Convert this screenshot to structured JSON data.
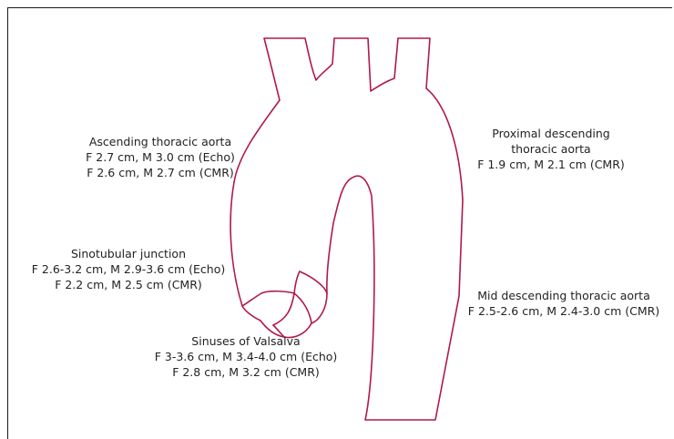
{
  "colors": {
    "outline": "#b0194a",
    "text": "#222222",
    "frame": "#1a1a1a"
  },
  "labels": {
    "ascending": {
      "title": "Ascending thoracic aorta",
      "line1": "F 2.7 cm, M 3.0 cm (Echo)",
      "line2": "F 2.6 cm, M 2.7 cm (CMR)"
    },
    "proximal_descending": {
      "title1": "Proximal descending",
      "title2": "thoracic aorta",
      "line1": "F 1.9 cm, M 2.1 cm (CMR)"
    },
    "sinotubular": {
      "title": "Sinotubular junction",
      "line1": "F 2.6-3.2 cm, M 2.9-3.6 cm (Echo)",
      "line2": "F 2.2 cm, M 2.5 cm (CMR)"
    },
    "mid_descending": {
      "title": "Mid descending thoracic aorta",
      "line1": "F 2.5-2.6 cm, M 2.4-3.0 cm (CMR)"
    },
    "sinuses": {
      "title": "Sinuses of Valsalva",
      "line1": "F 3-3.6 cm, M 3.4-4.0 cm (Echo)",
      "line2": "F 2.8 cm, M 3.2 cm (CMR)"
    }
  }
}
